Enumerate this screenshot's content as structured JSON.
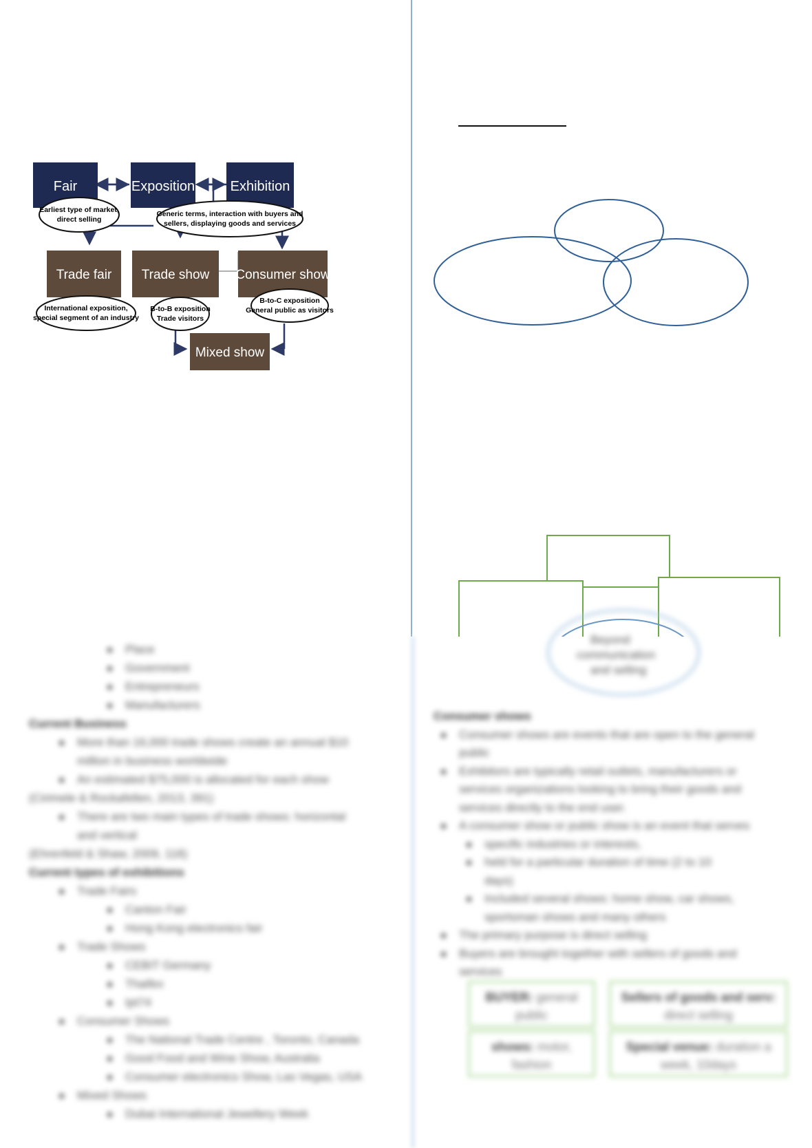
{
  "flow": {
    "top": {
      "fair": "Fair",
      "exposition": "Exposition",
      "exhibition": "Exhibition"
    },
    "bubbles": {
      "fair_line1": "Earliest type of market,",
      "fair_line2": "direct selling",
      "generic_line1": "Generic terms, interaction with buyers and",
      "generic_line2": "sellers, displaying goods and services",
      "trade_fair_line1": "International exposition,",
      "trade_fair_line2": "special segment of an industry",
      "trade_show_line1": "B-to-B exposition",
      "trade_show_line2": "Trade visitors",
      "consumer_show_line1": "B-to-C exposition",
      "consumer_show_line2": "General public as visitors"
    },
    "middle": {
      "trade_fair": "Trade fair",
      "trade_show": "Trade show",
      "consumer_show": "Consumer show"
    },
    "bottom": {
      "mixed_show": "Mixed show"
    }
  },
  "colors": {
    "navy": "#1f2a52",
    "brown": "#5e4a3a",
    "arrow": "#2d3a66",
    "venn": "#2f5f96",
    "green": "#6faa4a"
  },
  "right_top": {
    "circle_text_line1": "Beyond",
    "circle_text_line2": "communication",
    "circle_text_line3": "and selling"
  },
  "left_bottom": {
    "items": [
      {
        "text": "Place",
        "indent": 2
      },
      {
        "text": "Government",
        "indent": 2
      },
      {
        "text": "Entrepreneurs",
        "indent": 2
      },
      {
        "text": "Manufacturers",
        "indent": 2
      },
      {
        "text": "Current Business",
        "indent": 0,
        "bold": true
      },
      {
        "text": "More than 16,000 trade shows create an annual $10",
        "indent": 1
      },
      {
        "text": "million in business worldwide",
        "indent": 1,
        "cont": true
      },
      {
        "text": "An estimated $75,000 is allocated for each show",
        "indent": 1
      },
      {
        "text": "(Cirimele & Rockafellen, 2013, 391)",
        "indent": 0
      },
      {
        "text": "There are two main types of trade shows: horizontal",
        "indent": 1
      },
      {
        "text": "and vertical",
        "indent": 1,
        "cont": true
      },
      {
        "text": "(Ehrenfeld & Shaw, 2009, 118)",
        "indent": 0
      },
      {
        "text": "Current types of exhibitions",
        "indent": 0,
        "bold": true
      },
      {
        "text": "Trade Fairs",
        "indent": 1
      },
      {
        "text": "Canton Fair",
        "indent": 2
      },
      {
        "text": "Hong Kong electronics fair",
        "indent": 2
      },
      {
        "text": "Trade Shows",
        "indent": 1
      },
      {
        "text": "CEBIT Germany",
        "indent": 2
      },
      {
        "text": "Thaifex",
        "indent": 2
      },
      {
        "text": "Ipt74",
        "indent": 2
      },
      {
        "text": "Consumer Shows",
        "indent": 1
      },
      {
        "text": "The National Trade Centre , Toronto, Canada",
        "indent": 2
      },
      {
        "text": "Good Food and Wine Show, Australia",
        "indent": 2
      },
      {
        "text": "Consumer electronics Show, Las Vegas, USA",
        "indent": 2
      },
      {
        "text": "Mixed Shows",
        "indent": 1
      },
      {
        "text": "Dubai International Jewellery Week",
        "indent": 2
      }
    ]
  },
  "right_bottom": {
    "items": [
      {
        "text": "Consumer shows",
        "indent": 0,
        "bold": true
      },
      {
        "text": "Consumer shows are events that are open to the general",
        "indent": 1
      },
      {
        "text": "public",
        "indent": 1,
        "cont": true
      },
      {
        "text": "Exhibitors are typically retail outlets, manufacturers or",
        "indent": 1
      },
      {
        "text": "services organizations looking to bring their goods and",
        "indent": 1,
        "cont": true
      },
      {
        "text": "services directly to the end user.",
        "indent": 1,
        "cont": true
      },
      {
        "text": "A consumer show or public show is an event that serves",
        "indent": 1
      },
      {
        "text": "specific industries or interests,",
        "indent": 2
      },
      {
        "text": "held for a particular duration of time (2 to 10",
        "indent": 2
      },
      {
        "text": "days)",
        "indent": 2,
        "cont": true
      },
      {
        "text": "Included several shows: home show, car shows,",
        "indent": 2
      },
      {
        "text": "sportsman shows and many others",
        "indent": 2,
        "cont": true
      },
      {
        "text": "The primary purpose is direct selling",
        "indent": 1
      },
      {
        "text": "Buyers are brought together with sellers of goods and",
        "indent": 1
      },
      {
        "text": "services",
        "indent": 1,
        "cont": true
      }
    ],
    "grid": {
      "b1_bold": "BUYER:",
      "b1_text": " general public",
      "b2_bold": "Sellers of goods and serv:",
      "b2_text": " direct selling",
      "b3_bold": "shows:",
      "b3_text": " motor, fashion",
      "b4_bold": "Special venue:",
      "b4_text": " duration a week, 10days"
    }
  }
}
